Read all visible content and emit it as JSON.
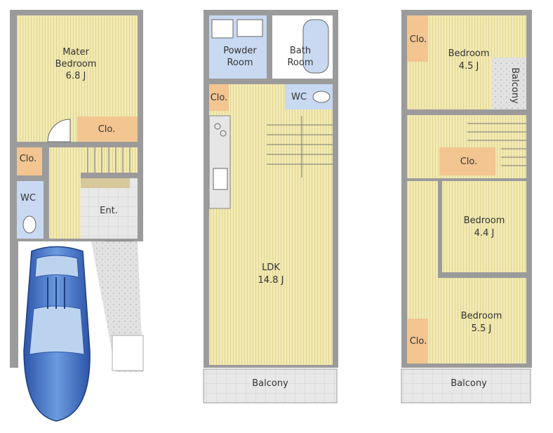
{
  "colors": {
    "wall": "#9b9b9b",
    "floor": "#f2eab4",
    "floor_stripe": "#e0d48e",
    "closet": "#f3c591",
    "wet_room": "#c9d9f2",
    "tile": "#e6e6e6",
    "car_body": "#3e6fc4",
    "car_glass": "#bcd3f0"
  },
  "floor1": {
    "master_bedroom": {
      "name": "Mater",
      "name2": "Bedroom",
      "size": "6.8 J"
    },
    "closet_upper": "Clo.",
    "closet_left": "Clo.",
    "wc": "WC",
    "entrance": "Ent."
  },
  "floor2": {
    "powder_room": {
      "line1": "Powder",
      "line2": "Room"
    },
    "bath_room": {
      "line1": "Bath",
      "line2": "Room"
    },
    "closet": "Clo.",
    "wc": "WC",
    "ldk": {
      "name": "LDK",
      "size": "14.8 J"
    },
    "balcony": "Balcony"
  },
  "floor3": {
    "closet_top": "Clo.",
    "bedroom_a": {
      "name": "Bedroom",
      "size": "4.5 J"
    },
    "side_balcony": "Balcony",
    "closet_mid": "Clo.",
    "bedroom_b": {
      "name": "Bedroom",
      "size": "4.4 J"
    },
    "bedroom_c": {
      "name": "Bedroom",
      "size": "5.5 J"
    },
    "closet_bottom": "Clo.",
    "balcony": "Balcony"
  }
}
